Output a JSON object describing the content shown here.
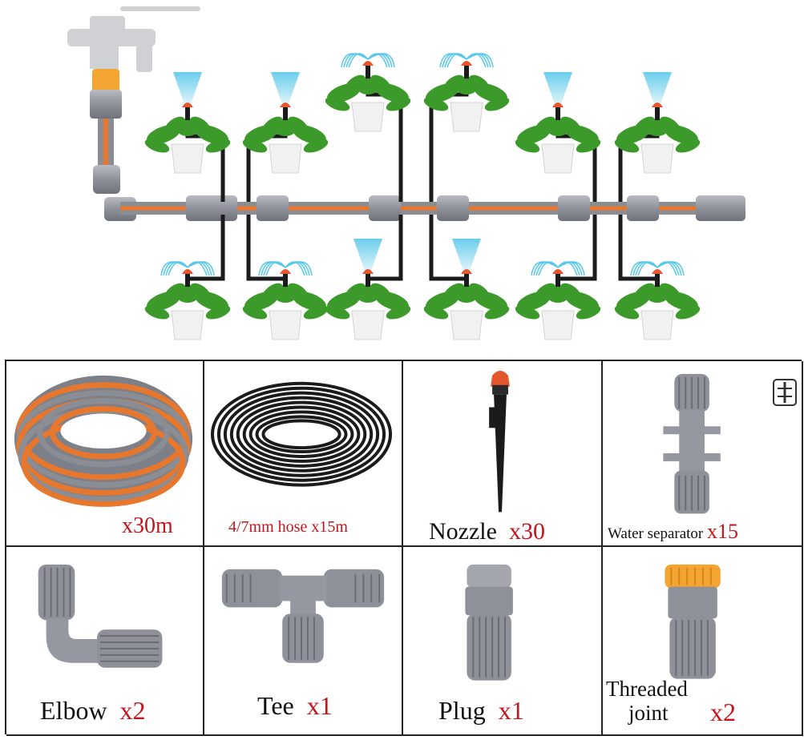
{
  "colors": {
    "hose_gray": "#8a8d94",
    "hose_orange": "#e8772e",
    "fitting_gray": "#9598a0",
    "tube_black": "#1b1b1b",
    "nozzle_orange": "#e4572e",
    "spray_blue": "#5bc8ea",
    "leaf_green": "#3c9a2a",
    "pot_white": "#f1f1f1",
    "threaded_cap": "#f4a531",
    "quantity_red": "#c3161c"
  },
  "diagram": {
    "icons": [
      "faucet-icon",
      "plant-icon",
      "nozzle-icon",
      "spray-icon",
      "connector-icon"
    ]
  },
  "parts": [
    {
      "id": "main-hose",
      "name": "",
      "qty": "x30m",
      "icon": "coiled-hose-icon"
    },
    {
      "id": "thin-hose",
      "name": "4/7mm hose x15m",
      "qty": "",
      "icon": "coiled-tube-icon"
    },
    {
      "id": "nozzle",
      "name": "Nozzle",
      "qty": "x30",
      "icon": "nozzle-stake-icon"
    },
    {
      "id": "water-separator",
      "name": "Water separator",
      "qty": "x15",
      "icon": "water-separator-icon"
    },
    {
      "id": "elbow",
      "name": "Elbow",
      "qty": "x2",
      "icon": "elbow-connector-icon"
    },
    {
      "id": "tee",
      "name": "Tee",
      "qty": "x1",
      "icon": "tee-connector-icon"
    },
    {
      "id": "plug",
      "name": "Plug",
      "qty": "x1",
      "icon": "plug-connector-icon"
    },
    {
      "id": "threaded-joint",
      "name": "Threaded\njoint",
      "name_line1": "Threaded",
      "name_line2": "joint",
      "qty": "x2",
      "icon": "threaded-joint-icon"
    }
  ]
}
